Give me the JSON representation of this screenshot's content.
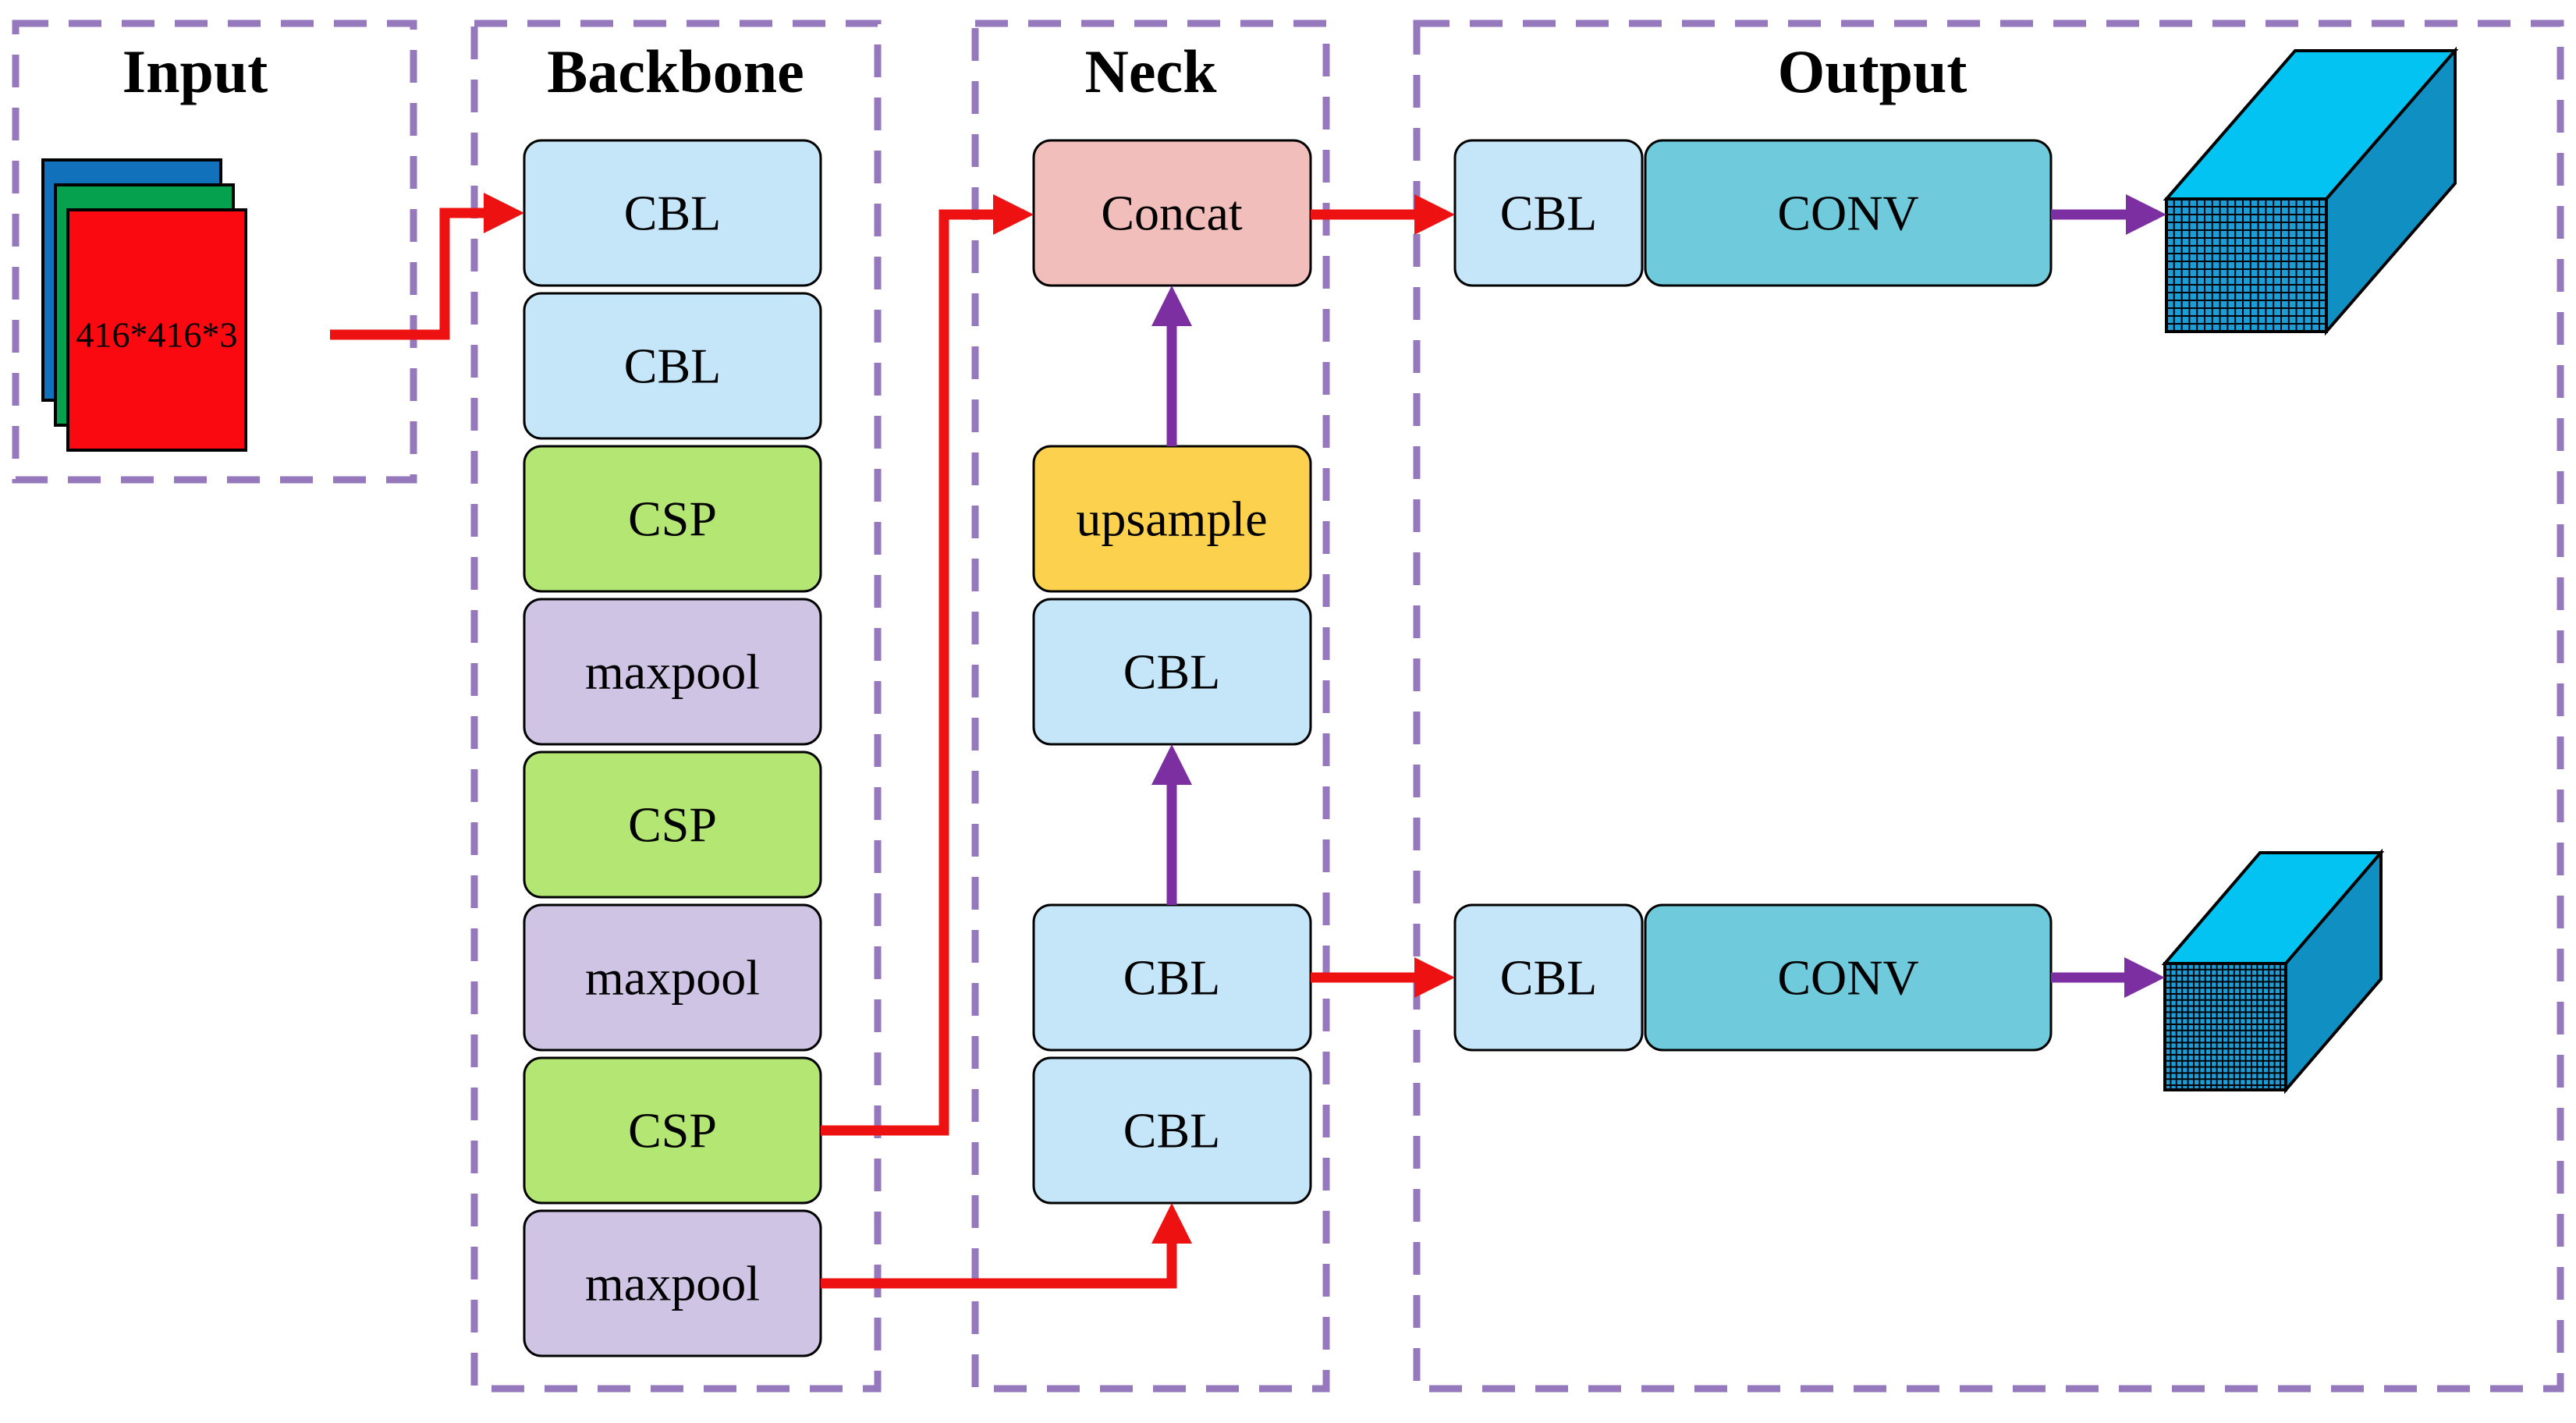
{
  "sections": {
    "input": {
      "title": "Input",
      "image_label": "416*416*3"
    },
    "backbone": {
      "title": "Backbone",
      "layers": [
        "CBL",
        "CBL",
        "CSP",
        "maxpool",
        "CSP",
        "maxpool",
        "CSP",
        "maxpool"
      ]
    },
    "neck": {
      "title": "Neck",
      "blocks": [
        "Concat",
        "upsample",
        "CBL",
        "CBL",
        "CBL"
      ]
    },
    "output": {
      "title": "Output",
      "head_top": [
        "CBL",
        "CONV"
      ],
      "head_bottom": [
        "CBL",
        "CONV"
      ]
    }
  },
  "colors": {
    "section_border": "#9678BC",
    "arrow_red": "#EE1111",
    "arrow_purple": "#7C2FA0",
    "cbl_fill": "#C5E6F9",
    "csp_fill": "#B4E674",
    "maxpool_fill": "#CFC4E4",
    "concat_fill": "#F1BEBB",
    "upsample_fill": "#FBD14E",
    "conv_fill": "#6FCBDC",
    "input_blue": "#1172BB",
    "input_green": "#05A14E",
    "input_red": "#FA0A10",
    "cube_top": "#03C3F2",
    "cube_side": "#0F8FC2",
    "cube_front": "#1B9ED8"
  }
}
